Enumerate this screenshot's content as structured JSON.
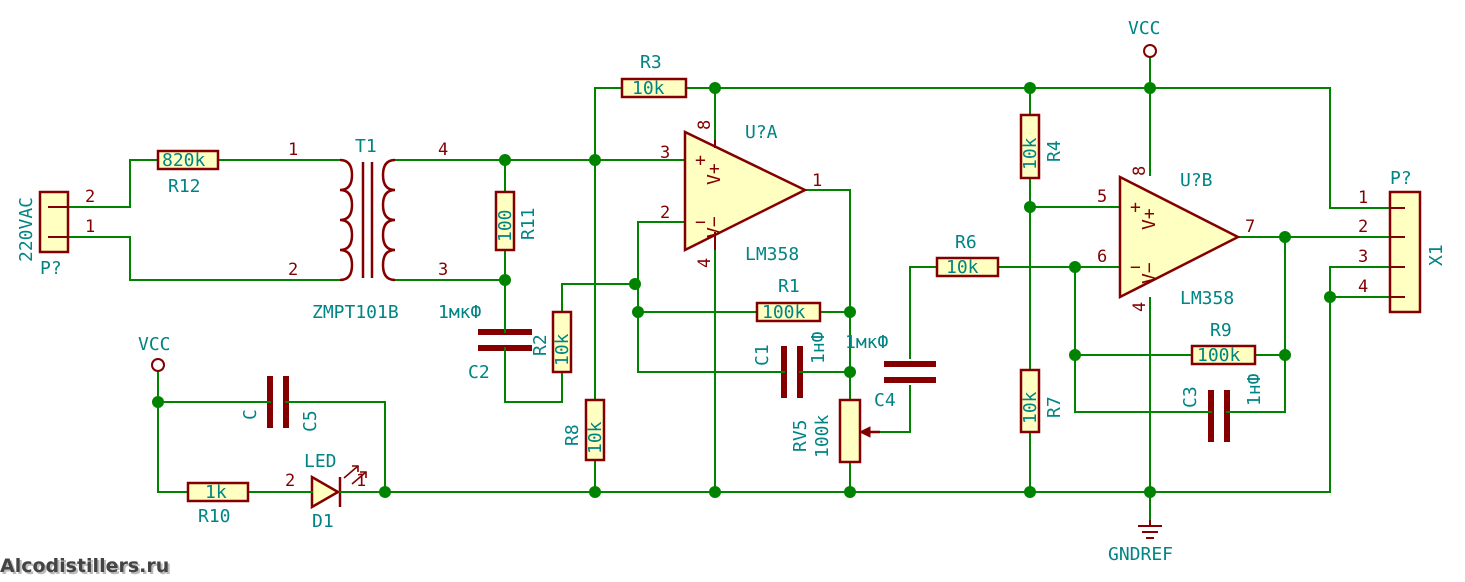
{
  "colors": {
    "wire": "#008400",
    "component": "#840000",
    "text": "#008484",
    "fill": "#ffffc2"
  },
  "power": {
    "vcc_top": "VCC",
    "vcc_left": "VCC",
    "gnd": "GNDREF"
  },
  "connectors": {
    "left": {
      "label": "220VAC",
      "ref": "P?",
      "pins": [
        "2",
        "1"
      ]
    },
    "right": {
      "ref": "P?",
      "name": "X1",
      "pins": [
        "1",
        "2",
        "3",
        "4"
      ]
    }
  },
  "transformer": {
    "ref": "T1",
    "value": "ZMPT101B",
    "pins": [
      "1",
      "2",
      "4",
      "3"
    ]
  },
  "resistors": {
    "R12": {
      "ref": "R12",
      "value": "820k"
    },
    "R11": {
      "ref": "R11",
      "value": "100"
    },
    "R3": {
      "ref": "R3",
      "value": "10k"
    },
    "R2": {
      "ref": "R2",
      "value": "10k"
    },
    "R8": {
      "ref": "R8",
      "value": "10k"
    },
    "R1": {
      "ref": "R1",
      "value": "100k"
    },
    "R4": {
      "ref": "R4",
      "value": "10k"
    },
    "R6": {
      "ref": "R6",
      "value": "10k"
    },
    "R7": {
      "ref": "R7",
      "value": "10k"
    },
    "R9": {
      "ref": "R9",
      "value": "100k"
    },
    "R10": {
      "ref": "R10",
      "value": "1k"
    }
  },
  "capacitors": {
    "C2": {
      "ref": "C2",
      "value": "1мкФ"
    },
    "C1": {
      "ref": "C1",
      "value": "1нФ"
    },
    "C4": {
      "ref": "C4",
      "value": "1мкФ"
    },
    "C3": {
      "ref": "C3",
      "value": "1нФ"
    },
    "C5": {
      "ref": "C5",
      "value": "C"
    }
  },
  "pot": {
    "ref": "RV5",
    "value": "100k"
  },
  "led": {
    "ref": "D1",
    "value": "LED",
    "pins": [
      "2",
      "1"
    ]
  },
  "opamps": {
    "A": {
      "ref": "U?A",
      "value": "LM358",
      "pins": [
        "8",
        "3",
        "2",
        "4",
        "1"
      ],
      "in_plus": "+",
      "in_minus": "−",
      "vplus": "V+",
      "vminus": "V−"
    },
    "B": {
      "ref": "U?B",
      "value": "LM358",
      "pins": [
        "8",
        "5",
        "6",
        "4",
        "7"
      ],
      "in_plus": "+",
      "in_minus": "−",
      "vplus": "V+",
      "vminus": "V−"
    }
  },
  "watermark": "Alcodistillers.ru"
}
